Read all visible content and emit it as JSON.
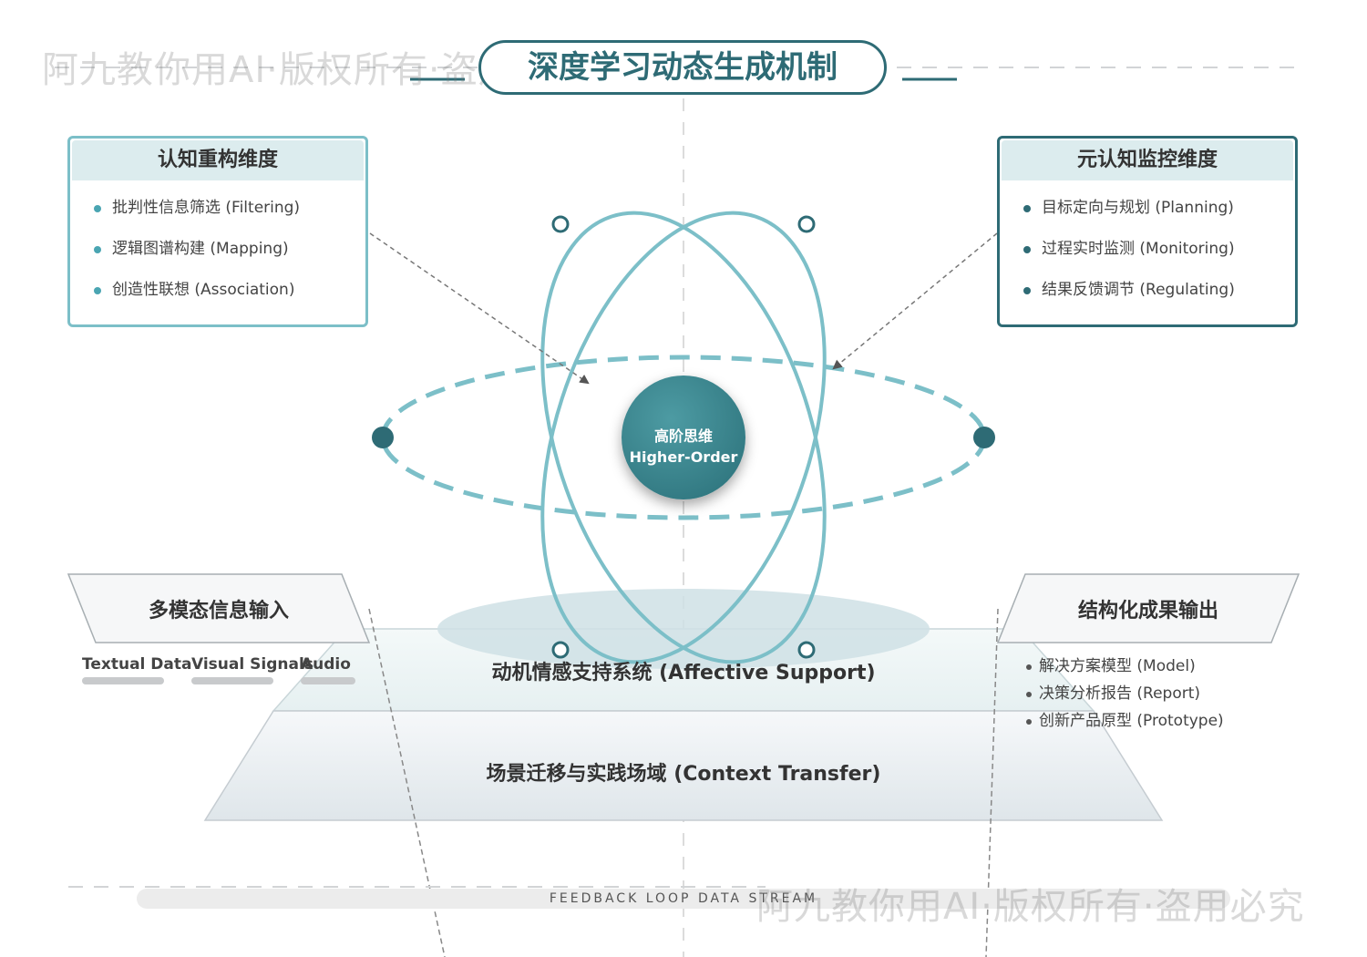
{
  "watermarks": [
    "阿九教你用AI·版权所有·盗用必究",
    "阿九教你用AI·版权所有·盗用必究"
  ],
  "title": "深度学习动态生成机制",
  "cognitive_panel": {
    "title": "认知重构维度",
    "items": [
      "批判性信息筛选 (Filtering)",
      "逻辑图谱构建 (Mapping)",
      "创造性联想 (Association)"
    ]
  },
  "metacognitive_panel": {
    "title": "元认知监控维度",
    "items": [
      "目标定向与规划 (Planning)",
      "过程实时监测 (Monitoring)",
      "结果反馈调节 (Regulating)"
    ]
  },
  "core": {
    "line1": "高阶思维",
    "line2": "Higher-Order"
  },
  "layers": {
    "affective": "动机情感支持系统 (Affective Support)",
    "context": "场景迁移与实践场域 (Context Transfer)"
  },
  "input": {
    "title": "多模态信息输入",
    "signals": [
      "Textual Data",
      "Visual Signals",
      "Audio"
    ]
  },
  "output": {
    "title": "结构化成果输出",
    "items": [
      "解决方案模型 (Model)",
      "决策分析报告 (Report)",
      "创新产品原型 (Prototype)"
    ]
  },
  "stream": "FEEDBACK LOOP DATA STREAM",
  "colors": {
    "teal_dark": "#2e6b75",
    "teal_mid": "#4aa5b2",
    "teal_light": "#7cbfc8",
    "panel_head": "#dcecee"
  }
}
